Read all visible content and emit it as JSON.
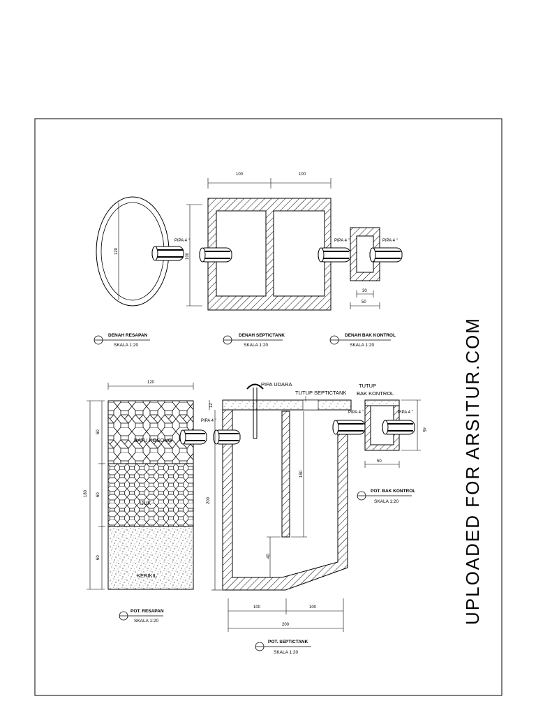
{
  "watermark": "UPLOADED FOR ARSITUR.COM",
  "plan": {
    "resapan": {
      "title": "DENAH RESAPAN",
      "scale": "SKALA 1:20",
      "diameter": "120"
    },
    "septictank": {
      "title": "DENAH SEPTICTANK",
      "scale": "SKALA 1:20",
      "dim_left": "100",
      "dim_right": "100",
      "height": "100",
      "pipe_label_left": "PIPA 4 \"",
      "pipe_label_right": "PIPA 4 \""
    },
    "bakkontrol": {
      "title": "DENAH BAK KONTROL",
      "scale": "SKALA 1:20",
      "dim_inner": "30",
      "dim_outer": "50",
      "pipe_label": "PIPA 4 \""
    }
  },
  "section": {
    "resapan": {
      "title": "POT. RESAPAN",
      "scale": "SKALA 1:20",
      "width": "120",
      "total_height": "180",
      "layer_heights": [
        "60",
        "60",
        "60"
      ],
      "layers": [
        "BATU KOSONG",
        "IJUK",
        "KERIKIL"
      ],
      "pipe_label": "PIPA 4 \""
    },
    "septictank": {
      "title": "POT. SEPTICTANK",
      "scale": "SKALA 1:20",
      "air_pipe": "PIPA UDARA",
      "cover": "TUTUP SEPTICTANK",
      "top_slab": "12",
      "height": "200",
      "baffle": "150",
      "bottom_gap": "40",
      "dim_left": "100",
      "dim_right": "100",
      "dim_total": "200"
    },
    "bakkontrol": {
      "title": "POT. BAK KONTROL",
      "scale": "SKALA 1:20",
      "cover_line1": "TUTUP",
      "cover_line2": "BAK KONTROL",
      "height": "45",
      "width": "50",
      "pipe_label_left": "PIPA 4 \"",
      "pipe_label_right": "PIPA 4 \""
    }
  }
}
